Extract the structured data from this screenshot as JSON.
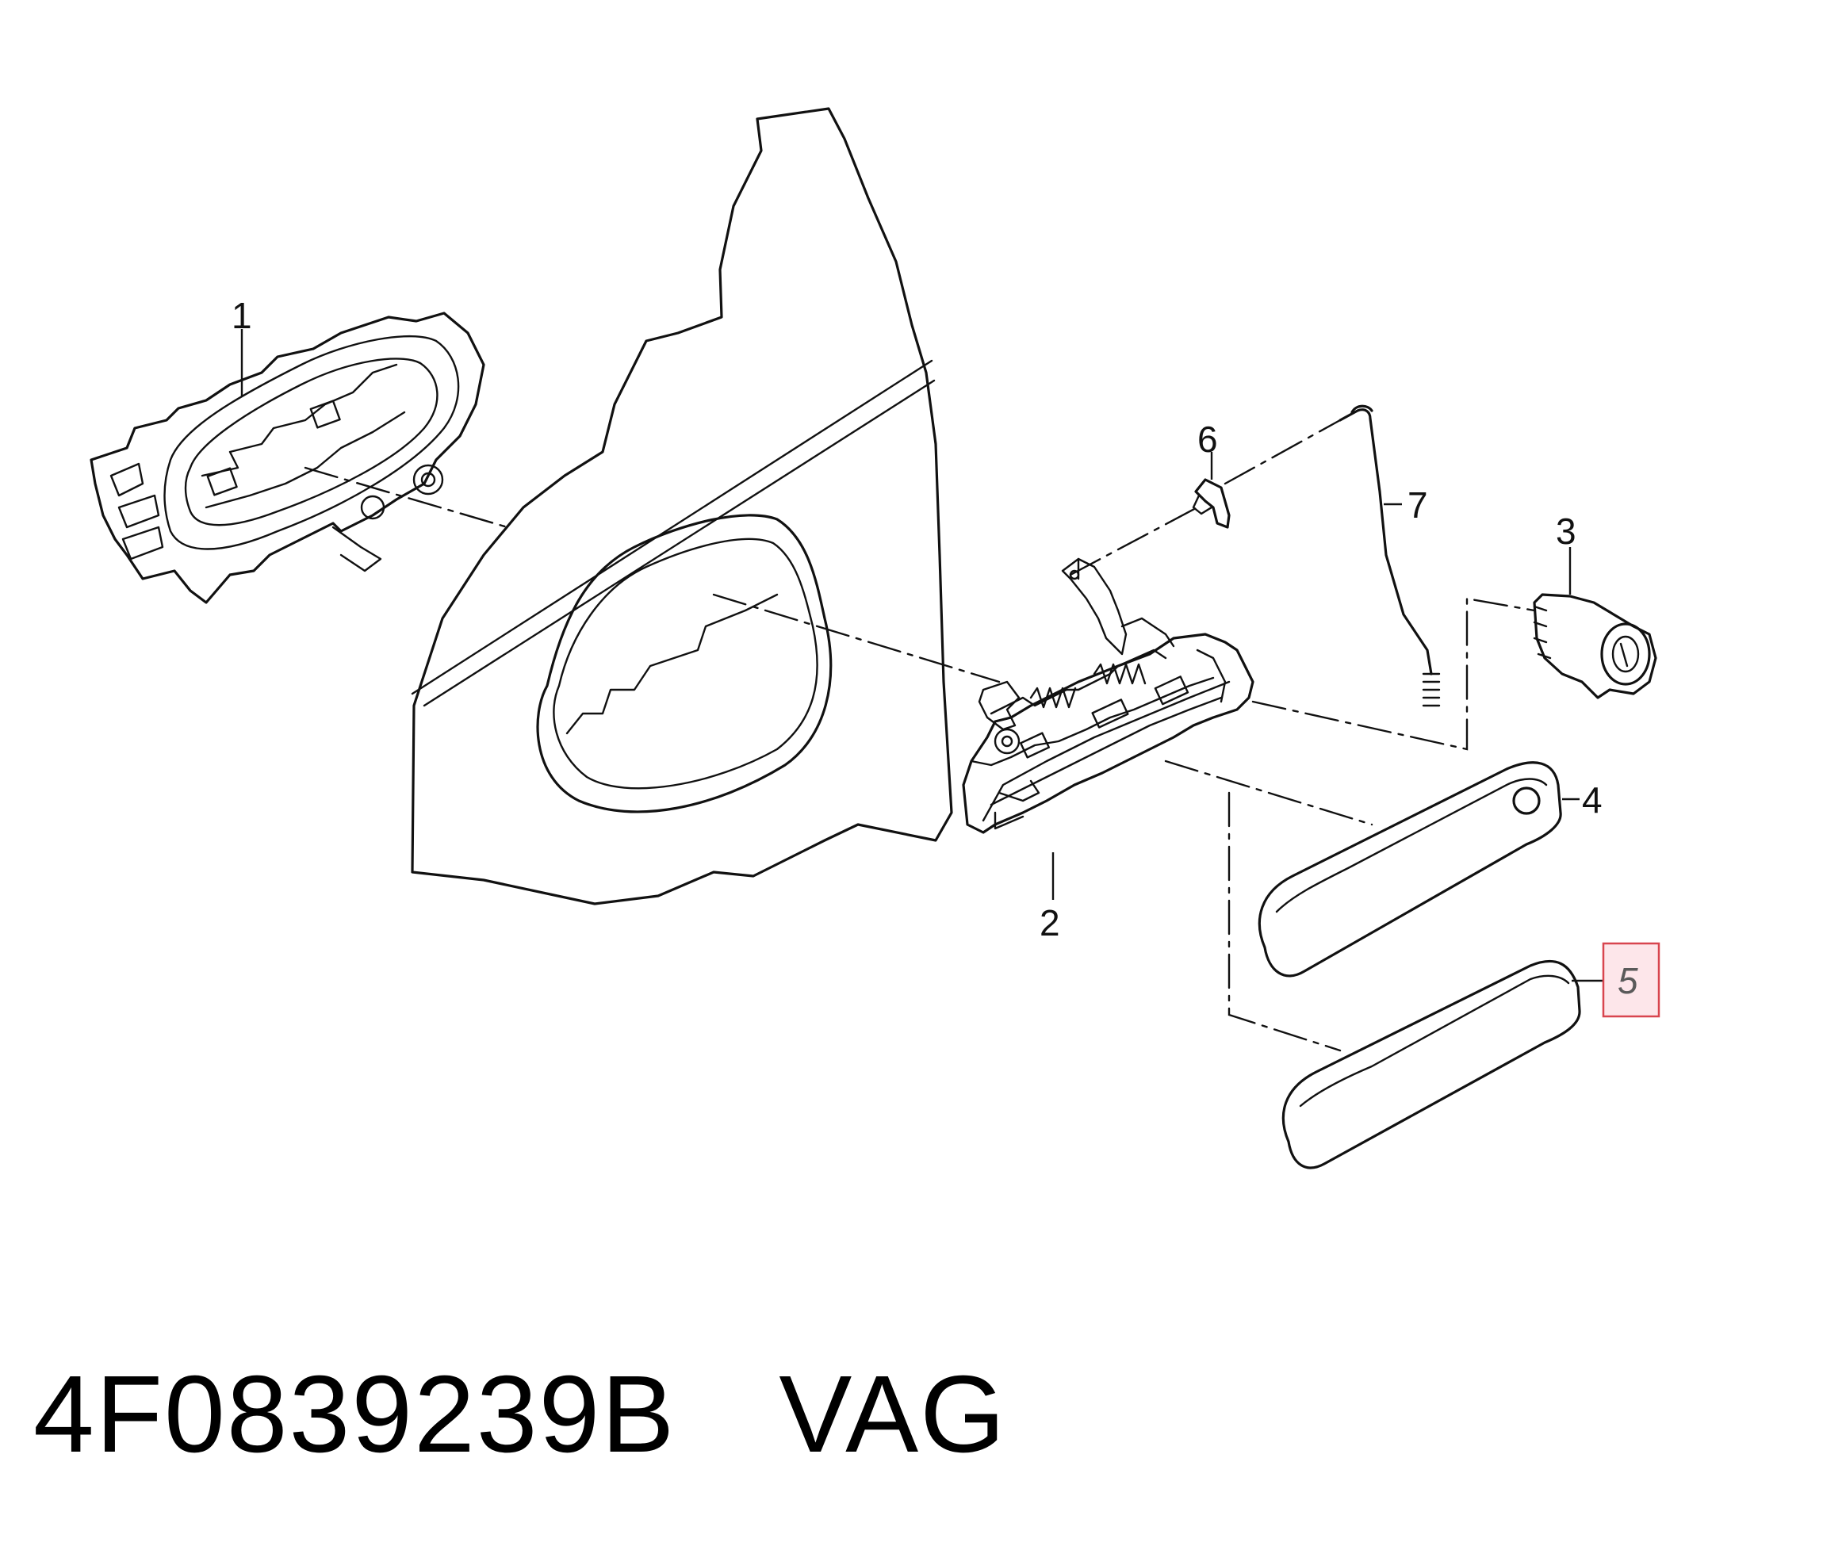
{
  "callouts": {
    "c1": "1",
    "c2": "2",
    "c3": "3",
    "c4": "4",
    "c5": "5",
    "c6": "6",
    "c7": "7"
  },
  "highlight": {
    "color": "#d8454f",
    "fill": "#fde6ea"
  },
  "footer": {
    "part_number": "4F0839239B",
    "brand": "VAG"
  }
}
